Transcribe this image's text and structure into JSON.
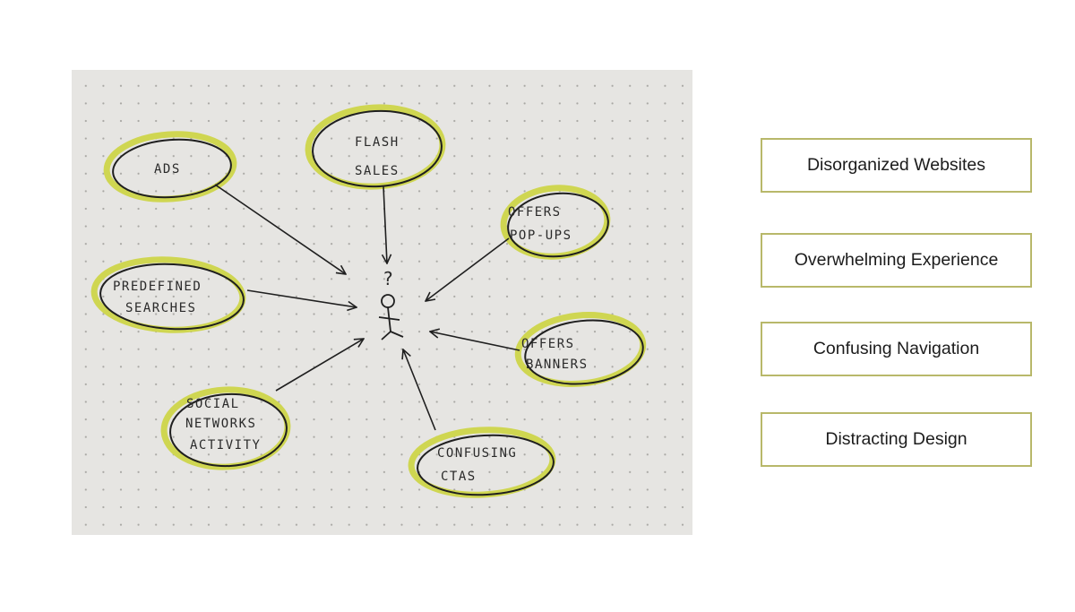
{
  "diagram": {
    "center_symbol": "?",
    "nodes": [
      {
        "id": "ads",
        "lines": [
          "ADS"
        ]
      },
      {
        "id": "flash-sales",
        "lines": [
          "FLASH",
          "SALES"
        ]
      },
      {
        "id": "offers-popups",
        "lines": [
          "OFFERS",
          "POP-UPS"
        ]
      },
      {
        "id": "predefined-searches",
        "lines": [
          "PREDEFINED",
          "SEARCHES"
        ]
      },
      {
        "id": "offers-banners",
        "lines": [
          "OFFERS",
          "BANNERS"
        ]
      },
      {
        "id": "social-networks-activity",
        "lines": [
          "SOCIAL",
          "NETWORKS",
          "ACTIVITY"
        ]
      },
      {
        "id": "confusing-ctas",
        "lines": [
          "CONFUSING",
          "CTAS"
        ]
      }
    ],
    "colors": {
      "highlight": "#cfd651",
      "ink": "#1f1f1f",
      "paper": "#e6e5e2"
    }
  },
  "tags": [
    {
      "label": "Disorganized Websites"
    },
    {
      "label": "Overwhelming Experience"
    },
    {
      "label": "Confusing Navigation"
    },
    {
      "label": "Distracting Design"
    }
  ],
  "colors": {
    "tag_border": "#b8b86a"
  }
}
